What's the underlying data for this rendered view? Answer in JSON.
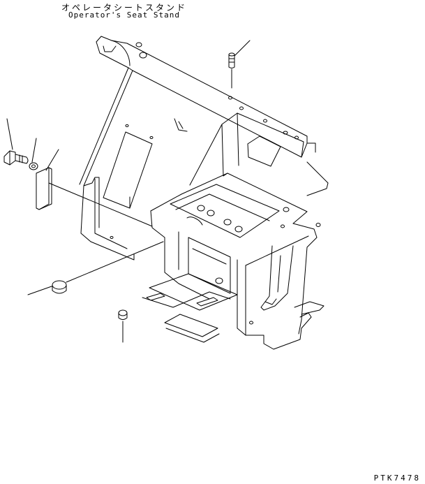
{
  "header": {
    "title_jp": "オペレータシートスタンド",
    "title_en": "Operator's Seat Stand"
  },
  "footer": {
    "ref_code": "PTK7478"
  },
  "diagram": {
    "parts": [
      "seat-stand-frame",
      "bolt",
      "washer",
      "plate",
      "plug-large",
      "plug-small",
      "stud"
    ],
    "colors": {
      "line": "#000000",
      "background": "#ffffff"
    }
  }
}
